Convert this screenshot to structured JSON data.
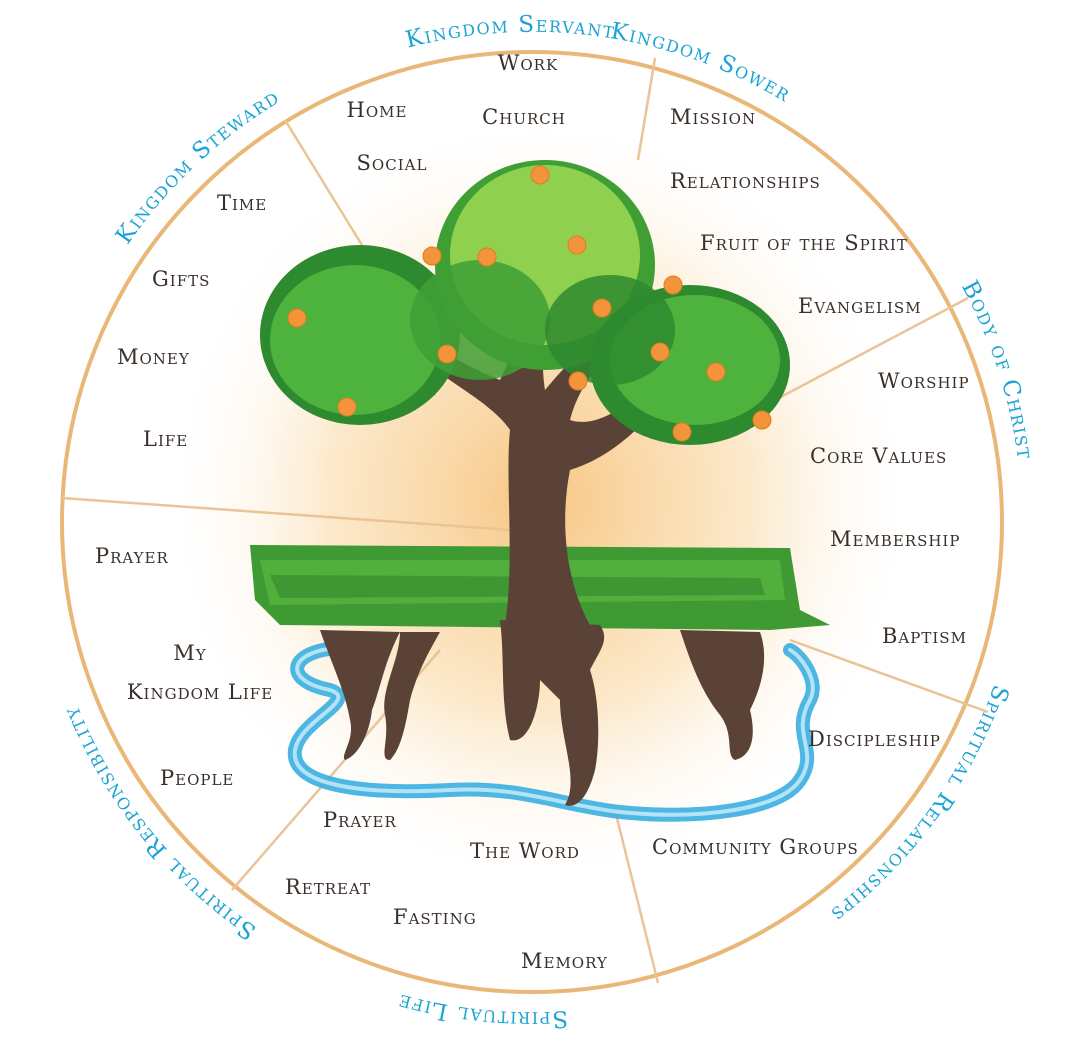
{
  "colors": {
    "ring": "#e9b777",
    "ring_label": "#1aa3d4",
    "text": "#3a2f2a",
    "glow_center": "#f8cf8f",
    "leaf_dark": "#2e8a2e",
    "leaf_mid": "#4db33d",
    "leaf_light": "#8fd14f",
    "fruit": "#f2953a",
    "trunk": "#5a4236",
    "river": "#3aaee0"
  },
  "ring_labels": [
    "Kingdom Servant",
    "Kingdom Sower",
    "Body of Christ",
    "Spiritual Relationships",
    "Spiritual Life",
    "Spiritual Responsibility",
    "Kingdom Steward"
  ],
  "center_label": [
    "My",
    "Kingdom Life"
  ],
  "segments": {
    "kingdom_servant": [
      "Work",
      "Home",
      "Church",
      "Social"
    ],
    "kingdom_sower": [
      "Mission",
      "Relationships",
      "Fruit of the Spirit",
      "Evangelism"
    ],
    "body_of_christ": [
      "Worship",
      "Core Values",
      "Membership",
      "Baptism"
    ],
    "spiritual_relationships": [
      "Discipleship",
      "Community Groups"
    ],
    "spiritual_life": [
      "Prayer",
      "The Word",
      "Retreat",
      "Fasting",
      "Memory"
    ],
    "spiritual_responsibility": [
      "Prayer",
      "People"
    ],
    "kingdom_steward": [
      "Time",
      "Gifts",
      "Money",
      "Life"
    ]
  },
  "icons": [
    "tree-icon",
    "river-icon",
    "fruit-icon"
  ]
}
